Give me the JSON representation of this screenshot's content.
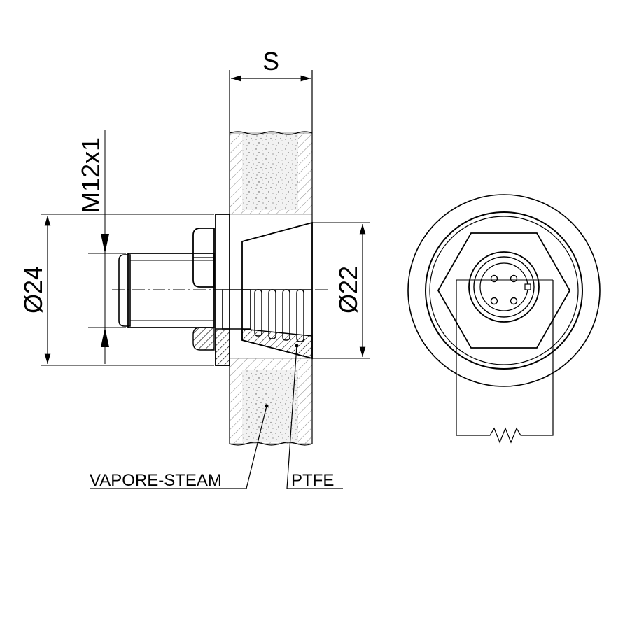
{
  "dimensions": {
    "wall_thickness": "S",
    "thread": "M12x1",
    "outer_diameter": "Ø24",
    "cone_diameter": "Ø22"
  },
  "callouts": {
    "insulation": "VAPORE-STEAM",
    "seal_material": "PTFE"
  },
  "front_view": {
    "connector_pins": 4,
    "symbol": "resistor"
  }
}
